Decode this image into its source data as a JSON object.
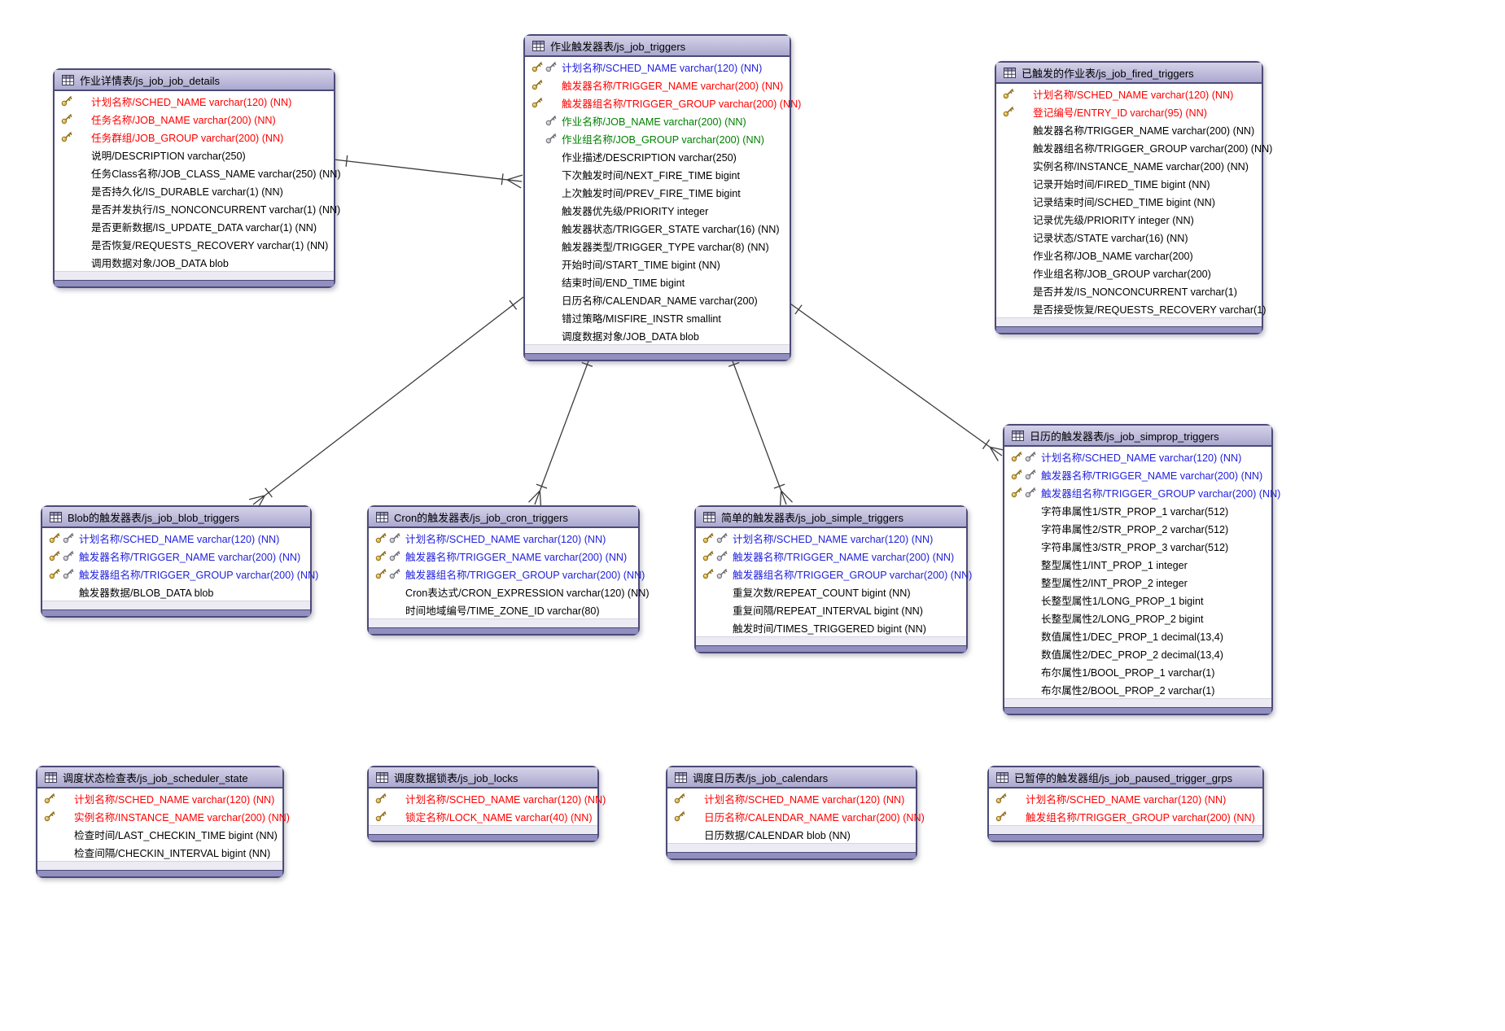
{
  "colors": {
    "primary_key_text": "#ff0000",
    "pk_fk_text": "#2222dd",
    "fk_text": "#008000",
    "field_text": "#000000",
    "header_fill": "#b6b3d9",
    "table_border": "#4c4a77",
    "footer_fill": "#eceaf2",
    "footer_bar": "#918ec0",
    "relationship_line": "#3c3c3c",
    "gold_key": "#e3bc4e",
    "silver_key": "#c9c9d2"
  },
  "icons": {
    "table_icon": "table-grid-icon",
    "gold_key_icon": "primary-key-icon",
    "silver_key_icon": "foreign-key-icon"
  },
  "tables": [
    {
      "id": "job_details",
      "title": "作业详情表/js_job_job_details",
      "fields": [
        {
          "text": "计划名称/SCHED_NAME varchar(120) (NN)",
          "color": "red",
          "keys": "g"
        },
        {
          "text": "任务名称/JOB_NAME varchar(200) (NN)",
          "color": "red",
          "keys": "g"
        },
        {
          "text": "任务群组/JOB_GROUP varchar(200) (NN)",
          "color": "red",
          "keys": "g"
        },
        {
          "text": "说明/DESCRIPTION varchar(250)",
          "color": "black",
          "keys": ""
        },
        {
          "text": "任务Class名称/JOB_CLASS_NAME varchar(250) (NN)",
          "color": "black",
          "keys": ""
        },
        {
          "text": "是否持久化/IS_DURABLE varchar(1) (NN)",
          "color": "black",
          "keys": ""
        },
        {
          "text": "是否并发执行/IS_NONCONCURRENT varchar(1) (NN)",
          "color": "black",
          "keys": ""
        },
        {
          "text": "是否更新数据/IS_UPDATE_DATA varchar(1) (NN)",
          "color": "black",
          "keys": ""
        },
        {
          "text": "是否恢复/REQUESTS_RECOVERY varchar(1) (NN)",
          "color": "black",
          "keys": ""
        },
        {
          "text": "调用数据对象/JOB_DATA blob",
          "color": "black",
          "keys": ""
        }
      ]
    },
    {
      "id": "triggers",
      "title": "作业触发器表/js_job_triggers",
      "fields": [
        {
          "text": "计划名称/SCHED_NAME varchar(120) (NN)",
          "color": "blue",
          "keys": "gs"
        },
        {
          "text": "触发器名称/TRIGGER_NAME varchar(200) (NN)",
          "color": "red",
          "keys": "g"
        },
        {
          "text": "触发器组名称/TRIGGER_GROUP varchar(200) (NN)",
          "color": "red",
          "keys": "g"
        },
        {
          "text": "作业名称/JOB_NAME varchar(200) (NN)",
          "color": "green",
          "keys": "s"
        },
        {
          "text": "作业组名称/JOB_GROUP varchar(200) (NN)",
          "color": "green",
          "keys": "s"
        },
        {
          "text": "作业描述/DESCRIPTION varchar(250)",
          "color": "black",
          "keys": ""
        },
        {
          "text": "下次触发时间/NEXT_FIRE_TIME bigint",
          "color": "black",
          "keys": ""
        },
        {
          "text": "上次触发时间/PREV_FIRE_TIME bigint",
          "color": "black",
          "keys": ""
        },
        {
          "text": "触发器优先级/PRIORITY integer",
          "color": "black",
          "keys": ""
        },
        {
          "text": "触发器状态/TRIGGER_STATE varchar(16) (NN)",
          "color": "black",
          "keys": ""
        },
        {
          "text": "触发器类型/TRIGGER_TYPE varchar(8) (NN)",
          "color": "black",
          "keys": ""
        },
        {
          "text": "开始时间/START_TIME bigint (NN)",
          "color": "black",
          "keys": ""
        },
        {
          "text": "结束时间/END_TIME bigint",
          "color": "black",
          "keys": ""
        },
        {
          "text": "日历名称/CALENDAR_NAME varchar(200)",
          "color": "black",
          "keys": ""
        },
        {
          "text": "错过策略/MISFIRE_INSTR smallint",
          "color": "black",
          "keys": ""
        },
        {
          "text": "调度数据对象/JOB_DATA blob",
          "color": "black",
          "keys": ""
        }
      ]
    },
    {
      "id": "fired_triggers",
      "title": "已触发的作业表/js_job_fired_triggers",
      "fields": [
        {
          "text": "计划名称/SCHED_NAME varchar(120) (NN)",
          "color": "red",
          "keys": "g"
        },
        {
          "text": "登记编号/ENTRY_ID varchar(95) (NN)",
          "color": "red",
          "keys": "g"
        },
        {
          "text": "触发器名称/TRIGGER_NAME varchar(200) (NN)",
          "color": "black",
          "keys": ""
        },
        {
          "text": "触发器组名称/TRIGGER_GROUP varchar(200) (NN)",
          "color": "black",
          "keys": ""
        },
        {
          "text": "实例名称/INSTANCE_NAME varchar(200) (NN)",
          "color": "black",
          "keys": ""
        },
        {
          "text": "记录开始时间/FIRED_TIME bigint (NN)",
          "color": "black",
          "keys": ""
        },
        {
          "text": "记录结束时间/SCHED_TIME bigint (NN)",
          "color": "black",
          "keys": ""
        },
        {
          "text": "记录优先级/PRIORITY integer (NN)",
          "color": "black",
          "keys": ""
        },
        {
          "text": "记录状态/STATE varchar(16) (NN)",
          "color": "black",
          "keys": ""
        },
        {
          "text": "作业名称/JOB_NAME varchar(200)",
          "color": "black",
          "keys": ""
        },
        {
          "text": "作业组名称/JOB_GROUP varchar(200)",
          "color": "black",
          "keys": ""
        },
        {
          "text": "是否并发/IS_NONCONCURRENT varchar(1)",
          "color": "black",
          "keys": ""
        },
        {
          "text": "是否接受恢复/REQUESTS_RECOVERY varchar(1)",
          "color": "black",
          "keys": ""
        }
      ]
    },
    {
      "id": "simprop_triggers",
      "title": "日历的触发器表/js_job_simprop_triggers",
      "fields": [
        {
          "text": "计划名称/SCHED_NAME varchar(120) (NN)",
          "color": "blue",
          "keys": "gs"
        },
        {
          "text": "触发器名称/TRIGGER_NAME varchar(200) (NN)",
          "color": "blue",
          "keys": "gs"
        },
        {
          "text": "触发器组名称/TRIGGER_GROUP varchar(200) (NN)",
          "color": "blue",
          "keys": "gs"
        },
        {
          "text": "字符串属性1/STR_PROP_1 varchar(512)",
          "color": "black",
          "keys": ""
        },
        {
          "text": "字符串属性2/STR_PROP_2 varchar(512)",
          "color": "black",
          "keys": ""
        },
        {
          "text": "字符串属性3/STR_PROP_3 varchar(512)",
          "color": "black",
          "keys": ""
        },
        {
          "text": "整型属性1/INT_PROP_1 integer",
          "color": "black",
          "keys": ""
        },
        {
          "text": "整型属性2/INT_PROP_2 integer",
          "color": "black",
          "keys": ""
        },
        {
          "text": "长整型属性1/LONG_PROP_1 bigint",
          "color": "black",
          "keys": ""
        },
        {
          "text": "长整型属性2/LONG_PROP_2 bigint",
          "color": "black",
          "keys": ""
        },
        {
          "text": "数值属性1/DEC_PROP_1 decimal(13,4)",
          "color": "black",
          "keys": ""
        },
        {
          "text": "数值属性2/DEC_PROP_2 decimal(13,4)",
          "color": "black",
          "keys": ""
        },
        {
          "text": "布尔属性1/BOOL_PROP_1 varchar(1)",
          "color": "black",
          "keys": ""
        },
        {
          "text": "布尔属性2/BOOL_PROP_2 varchar(1)",
          "color": "black",
          "keys": ""
        }
      ]
    },
    {
      "id": "blob_triggers",
      "title": "Blob的触发器表/js_job_blob_triggers",
      "fields": [
        {
          "text": "计划名称/SCHED_NAME varchar(120) (NN)",
          "color": "blue",
          "keys": "gs"
        },
        {
          "text": "触发器名称/TRIGGER_NAME varchar(200) (NN)",
          "color": "blue",
          "keys": "gs"
        },
        {
          "text": "触发器组名称/TRIGGER_GROUP varchar(200) (NN)",
          "color": "blue",
          "keys": "gs"
        },
        {
          "text": "触发器数据/BLOB_DATA blob",
          "color": "black",
          "keys": ""
        }
      ]
    },
    {
      "id": "cron_triggers",
      "title": "Cron的触发器表/js_job_cron_triggers",
      "fields": [
        {
          "text": "计划名称/SCHED_NAME varchar(120) (NN)",
          "color": "blue",
          "keys": "gs"
        },
        {
          "text": "触发器名称/TRIGGER_NAME varchar(200) (NN)",
          "color": "blue",
          "keys": "gs"
        },
        {
          "text": "触发器组名称/TRIGGER_GROUP varchar(200) (NN)",
          "color": "blue",
          "keys": "gs"
        },
        {
          "text": "Cron表达式/CRON_EXPRESSION varchar(120) (NN)",
          "color": "black",
          "keys": ""
        },
        {
          "text": "时间地域编号/TIME_ZONE_ID varchar(80)",
          "color": "black",
          "keys": ""
        }
      ]
    },
    {
      "id": "simple_triggers",
      "title": "简单的触发器表/js_job_simple_triggers",
      "fields": [
        {
          "text": "计划名称/SCHED_NAME varchar(120) (NN)",
          "color": "blue",
          "keys": "gs"
        },
        {
          "text": "触发器名称/TRIGGER_NAME varchar(200) (NN)",
          "color": "blue",
          "keys": "gs"
        },
        {
          "text": "触发器组名称/TRIGGER_GROUP varchar(200) (NN)",
          "color": "blue",
          "keys": "gs"
        },
        {
          "text": "重复次数/REPEAT_COUNT bigint (NN)",
          "color": "black",
          "keys": ""
        },
        {
          "text": "重复间隔/REPEAT_INTERVAL bigint (NN)",
          "color": "black",
          "keys": ""
        },
        {
          "text": "触发时间/TIMES_TRIGGERED bigint (NN)",
          "color": "black",
          "keys": ""
        }
      ]
    },
    {
      "id": "scheduler_state",
      "title": "调度状态检查表/js_job_scheduler_state",
      "fields": [
        {
          "text": "计划名称/SCHED_NAME varchar(120) (NN)",
          "color": "red",
          "keys": "g"
        },
        {
          "text": "实例名称/INSTANCE_NAME varchar(200) (NN)",
          "color": "red",
          "keys": "g"
        },
        {
          "text": "检查时间/LAST_CHECKIN_TIME bigint (NN)",
          "color": "black",
          "keys": ""
        },
        {
          "text": "检查间隔/CHECKIN_INTERVAL bigint (NN)",
          "color": "black",
          "keys": ""
        }
      ]
    },
    {
      "id": "locks",
      "title": "调度数据锁表/js_job_locks",
      "fields": [
        {
          "text": "计划名称/SCHED_NAME varchar(120) (NN)",
          "color": "red",
          "keys": "g"
        },
        {
          "text": "锁定名称/LOCK_NAME varchar(40) (NN)",
          "color": "red",
          "keys": "g"
        }
      ]
    },
    {
      "id": "calendars",
      "title": "调度日历表/js_job_calendars",
      "fields": [
        {
          "text": "计划名称/SCHED_NAME varchar(120) (NN)",
          "color": "red",
          "keys": "g"
        },
        {
          "text": "日历名称/CALENDAR_NAME varchar(200) (NN)",
          "color": "red",
          "keys": "g"
        },
        {
          "text": "日历数据/CALENDAR blob (NN)",
          "color": "black",
          "keys": ""
        }
      ]
    },
    {
      "id": "paused_trigger_grps",
      "title": "已暂停的触发器组/js_job_paused_trigger_grps",
      "fields": [
        {
          "text": "计划名称/SCHED_NAME varchar(120) (NN)",
          "color": "red",
          "keys": "g"
        },
        {
          "text": "触发组名称/TRIGGER_GROUP varchar(200) (NN)",
          "color": "red",
          "keys": "g"
        }
      ]
    }
  ],
  "relationships": [
    {
      "from": "job_details",
      "to": "triggers",
      "from_cardinality": "one",
      "to_cardinality": "many"
    },
    {
      "from": "triggers",
      "to": "blob_triggers",
      "from_cardinality": "one",
      "to_cardinality": "many"
    },
    {
      "from": "triggers",
      "to": "cron_triggers",
      "from_cardinality": "one",
      "to_cardinality": "many"
    },
    {
      "from": "triggers",
      "to": "simple_triggers",
      "from_cardinality": "one",
      "to_cardinality": "many"
    },
    {
      "from": "triggers",
      "to": "simprop_triggers",
      "from_cardinality": "one",
      "to_cardinality": "many"
    }
  ]
}
